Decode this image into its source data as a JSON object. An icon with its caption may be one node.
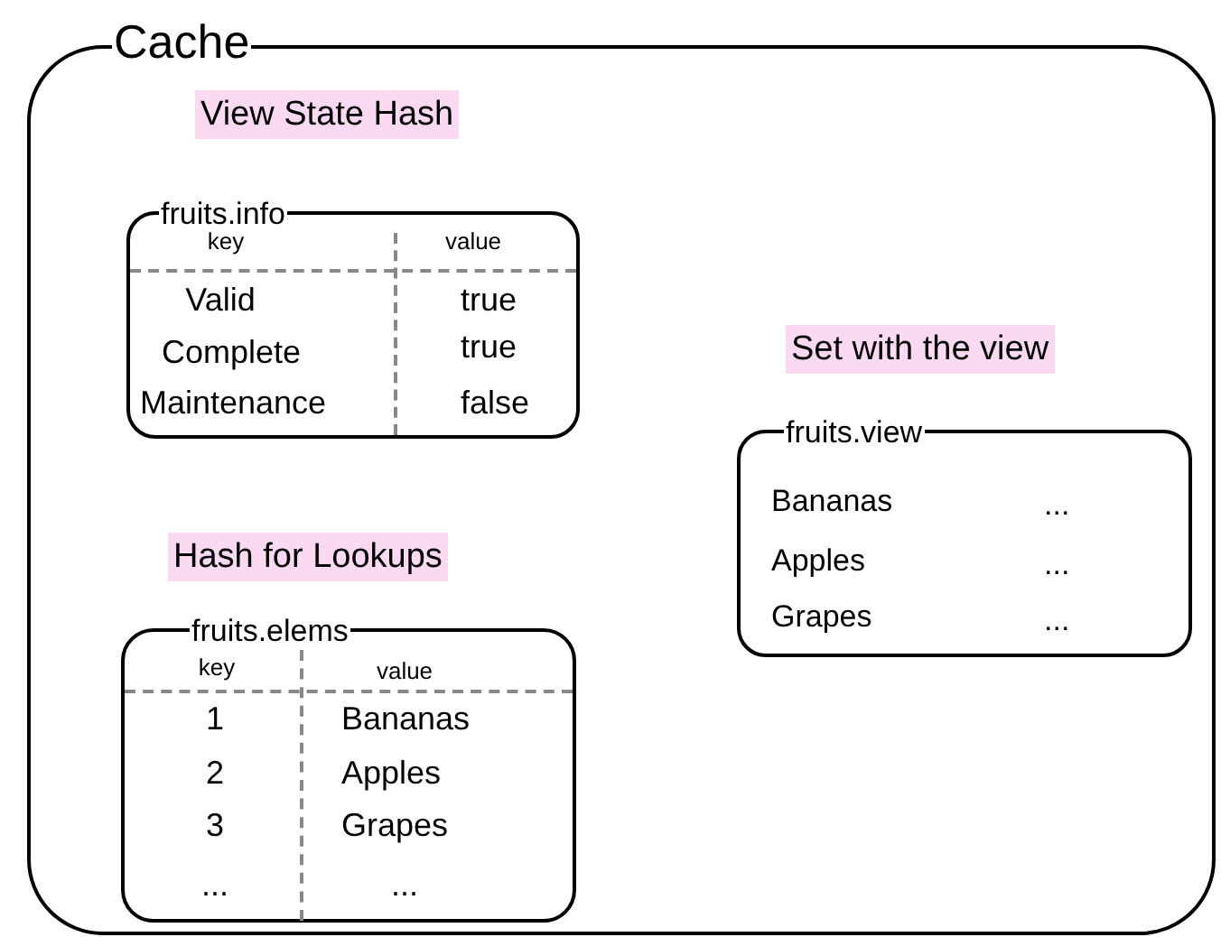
{
  "diagram": {
    "nodes": [
      {
        "text": [
          "Cache"
        ]
      },
      {
        "text": [
          "fruits.info",
          "key",
          "value",
          "Valid",
          "true",
          "Complete",
          "true",
          "Maintenance",
          "false"
        ],
        "in": 0,
        "beside": [
          "View State Hash"
        ]
      },
      {
        "text": [
          "fruits.view",
          "Bananas",
          "...",
          "Apples",
          "...",
          "Grapes",
          "..."
        ],
        "in": 0,
        "beside": [
          "Set with the view"
        ]
      },
      {
        "text": [
          "fruits.elems",
          "key",
          "value",
          "1",
          "Bananas",
          "2",
          "Apples",
          "3",
          "Grapes",
          "...",
          "..."
        ],
        "in": 0,
        "beside": [
          "Hash for Lookups"
        ]
      }
    ]
  }
}
